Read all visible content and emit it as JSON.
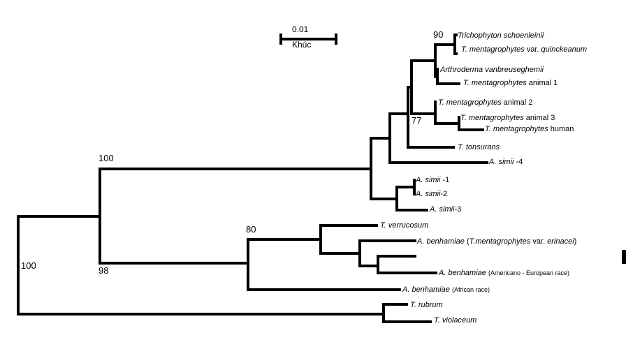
{
  "scale_bar": {
    "value": "0.01",
    "label": "Khúc"
  },
  "bootstrap": {
    "root": "100",
    "dermatophyte_clade": "100",
    "benhamiae_clade": "98",
    "verrucosum_group": "80",
    "mentagrophytes_group": "77",
    "schoenleinii_pair": "90"
  },
  "taxa": [
    {
      "id": "t01",
      "italic": "Trichophyton  schoenleinii",
      "plain": ""
    },
    {
      "id": "t02",
      "italic": "T. mentagrophytes",
      "plain": " var. ",
      "italic2": "quinckeanum"
    },
    {
      "id": "t03",
      "italic": "Arthroderma vanbreuseghemii",
      "plain": ""
    },
    {
      "id": "t04",
      "italic": "T.  mentagrophytes",
      "plain": "  animal  1"
    },
    {
      "id": "t05",
      "italic": "T.  mentagrophytes",
      "plain": "   animal  2"
    },
    {
      "id": "t06",
      "italic": "T.  mentagrophytes",
      "plain": "   animal  3"
    },
    {
      "id": "t07",
      "italic": "T. mentagrophytes",
      "plain": " human"
    },
    {
      "id": "t08",
      "italic": "T. tonsurans",
      "plain": ""
    },
    {
      "id": "t09",
      "italic": "A.  simii",
      "plain": " -4"
    },
    {
      "id": "t10",
      "italic": "A.  simii",
      "plain": " -1"
    },
    {
      "id": "t11",
      "italic": "A.  simii",
      "plain": "-2"
    },
    {
      "id": "t12",
      "italic": "A.  simii",
      "plain": "-3"
    },
    {
      "id": "t13",
      "italic": "T. verrucosum",
      "plain": ""
    },
    {
      "id": "t14",
      "italic": "A. benhamiae",
      "plain": " (",
      "italic2": "T.mentagrophytes",
      "plain2": " var. ",
      "italic3": "erinacei",
      "plain3": ")"
    },
    {
      "id": "t15",
      "italic": "A. benhamiae",
      "plain": " ",
      "small": "(Americano - European race)"
    },
    {
      "id": "t16",
      "italic": "A. benhamiae",
      "plain": " ",
      "small": "(African race)"
    },
    {
      "id": "t17",
      "italic": "T. rubrum",
      "plain": ""
    },
    {
      "id": "t18",
      "italic": "T. violaceum",
      "plain": ""
    }
  ]
}
